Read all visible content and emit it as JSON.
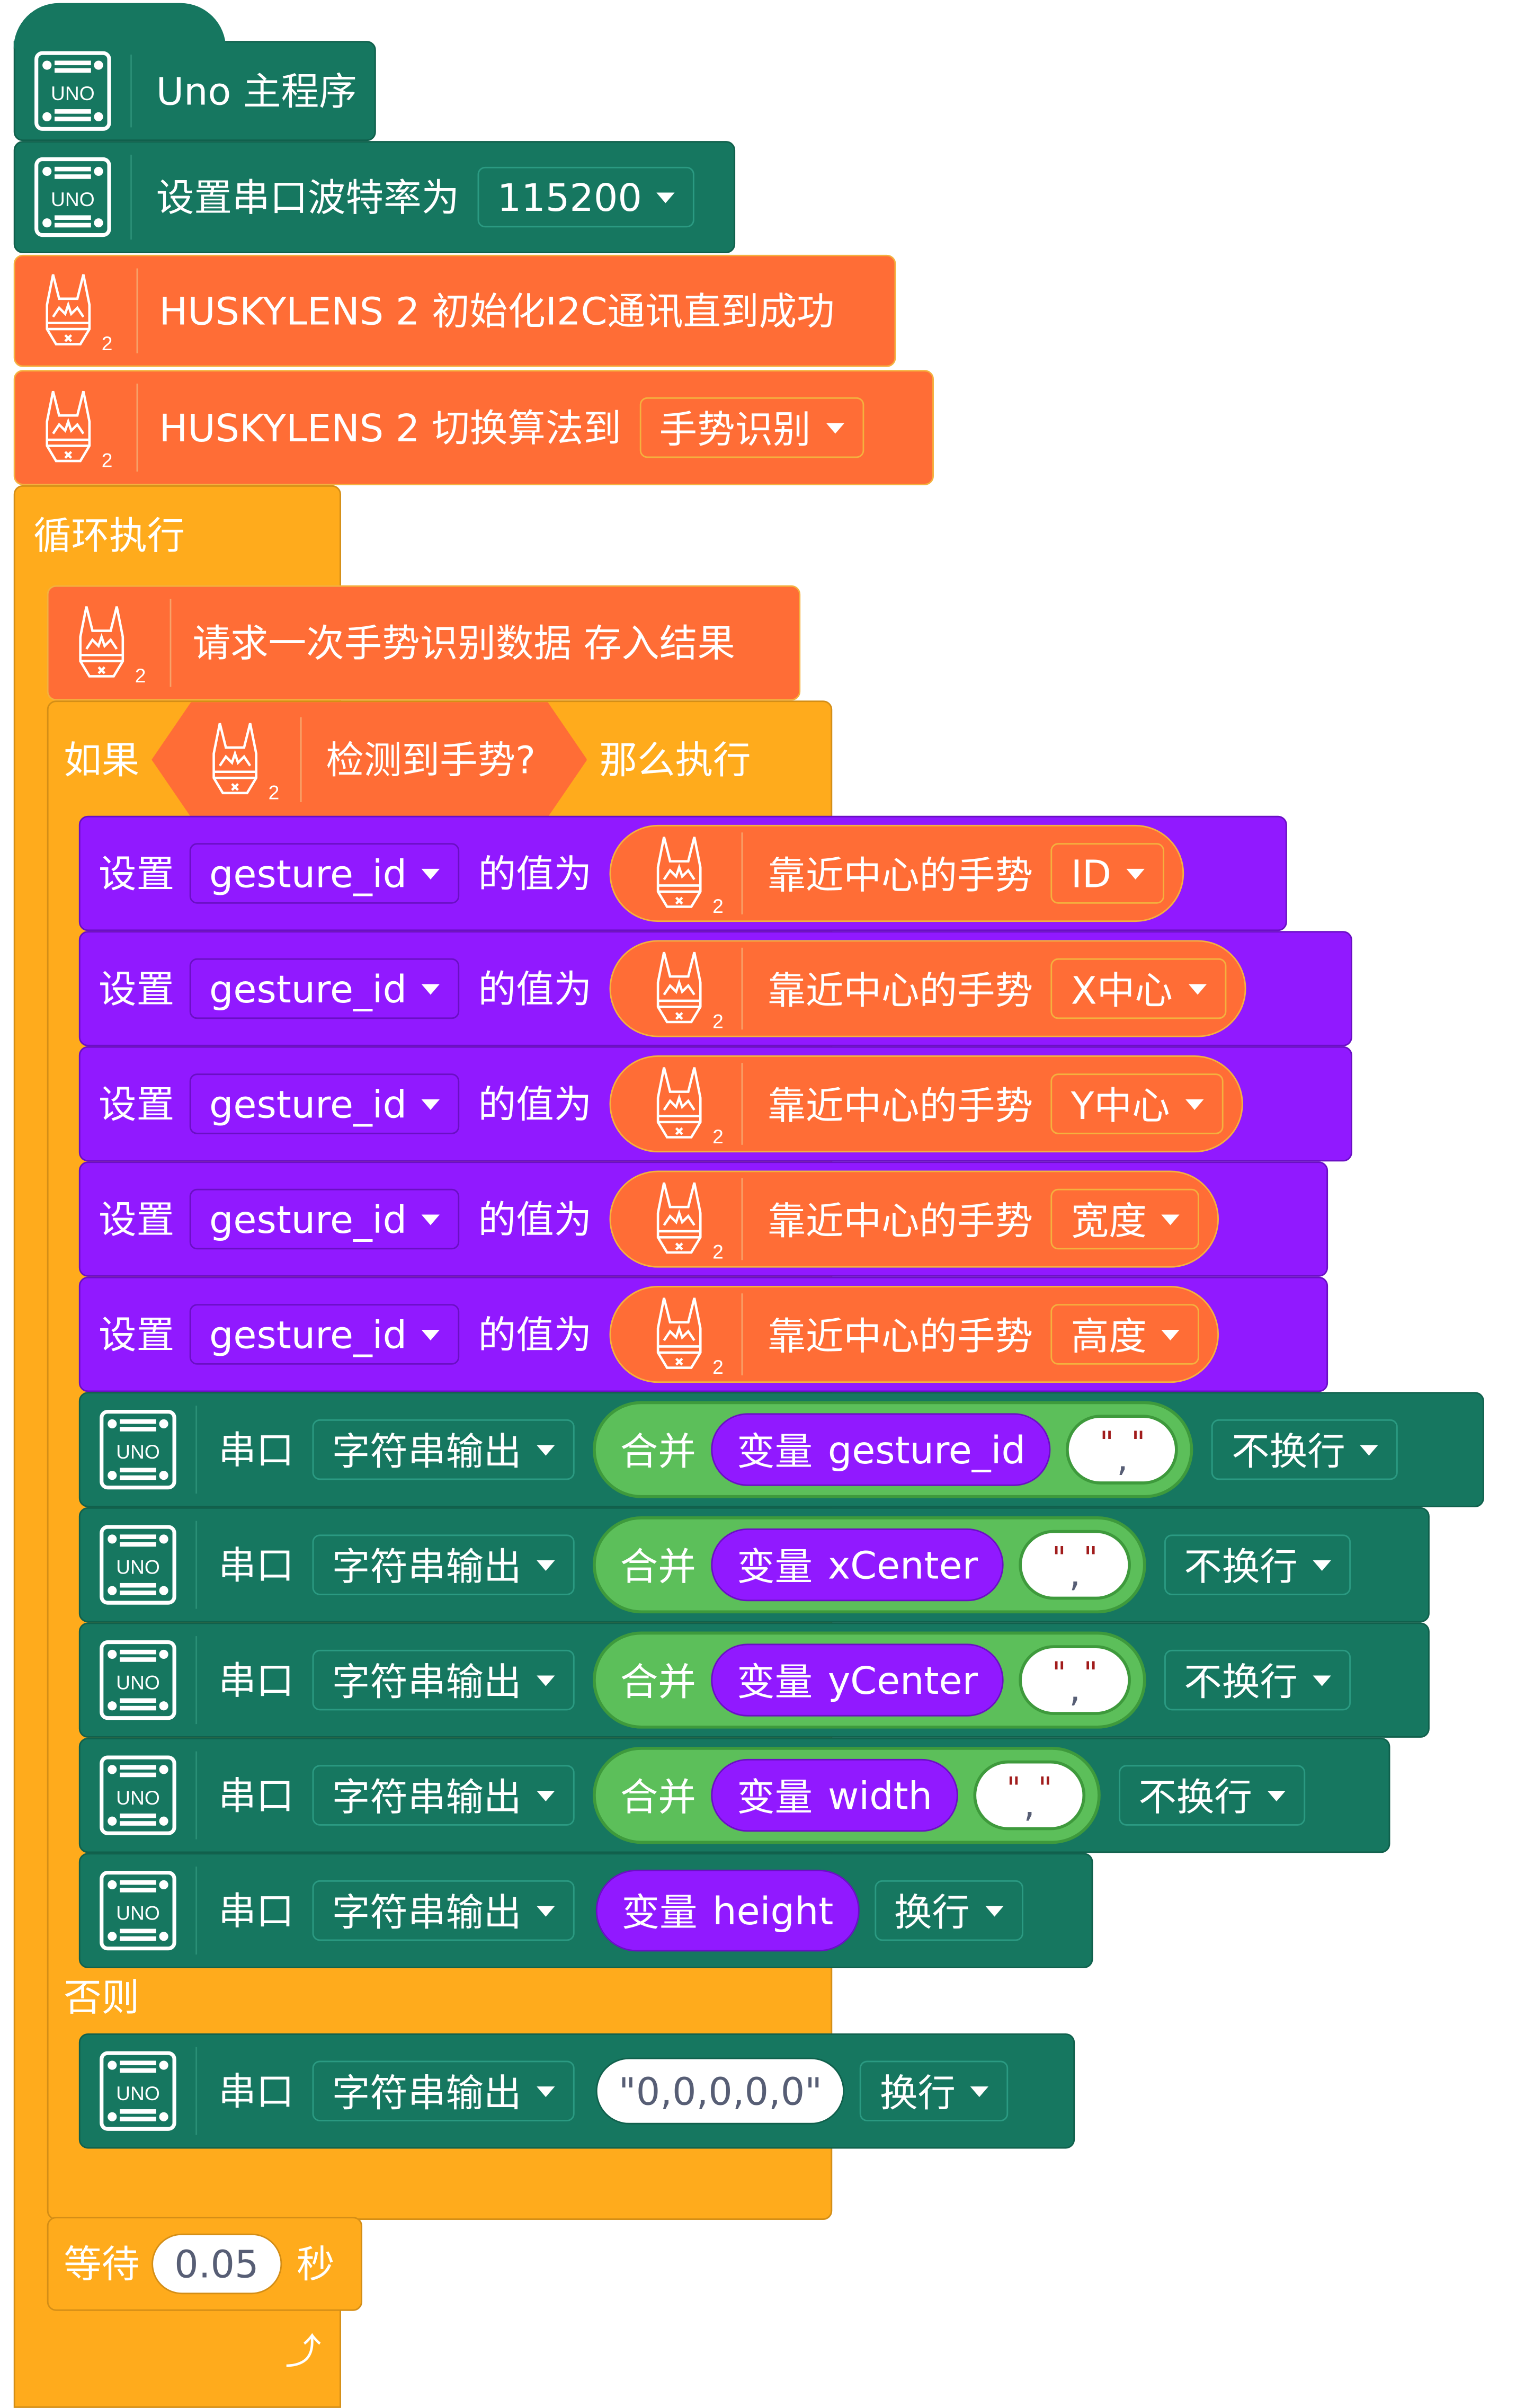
{
  "colors": {
    "arduino_green": "#167760",
    "huskylens_orange": "#ff6d36",
    "control_yellow": "#ffab1c",
    "variable_purple": "#9119ff",
    "text_green": "#5cbf5a",
    "string_quote_red": "#a11c1c"
  },
  "icons": {
    "uno": "uno-board-icon",
    "huskylens": "huskylens-2-icon",
    "loop": "loop-arrow-icon",
    "dropdown": "dropdown-arrow-icon"
  },
  "main": {
    "label": "Uno 主程序"
  },
  "baud": {
    "label": "设置串口波特率为",
    "value": "115200"
  },
  "husky_init": {
    "label": "HUSKYLENS 2 初始化I2C通讯直到成功"
  },
  "husky_algo": {
    "label": "HUSKYLENS 2 切换算法到",
    "value": "手势识别"
  },
  "loop": {
    "label": "循环执行"
  },
  "request": {
    "label": "请求一次手势识别数据 存入结果"
  },
  "if_block": {
    "if_label": "如果",
    "condition": "检测到手势?",
    "then_label": "那么执行",
    "else_label": "否则"
  },
  "husky_badge": "2",
  "set_rows": [
    {
      "set": "设置",
      "var": "gesture_id",
      "value_label": "的值为",
      "reporter": "靠近中心的手势",
      "prop": "ID"
    },
    {
      "set": "设置",
      "var": "gesture_id",
      "value_label": "的值为",
      "reporter": "靠近中心的手势",
      "prop": "X中心"
    },
    {
      "set": "设置",
      "var": "gesture_id",
      "value_label": "的值为",
      "reporter": "靠近中心的手势",
      "prop": "Y中心"
    },
    {
      "set": "设置",
      "var": "gesture_id",
      "value_label": "的值为",
      "reporter": "靠近中心的手势",
      "prop": "宽度"
    },
    {
      "set": "设置",
      "var": "gesture_id",
      "value_label": "的值为",
      "reporter": "靠近中心的手势",
      "prop": "高度"
    }
  ],
  "serial_rows": [
    {
      "serial": "串口",
      "mode": "字符串输出",
      "join": "合并",
      "var_prefix": "变量",
      "var": "gesture_id",
      "sep_q1": "\"",
      "sep_c": ",",
      "sep_q2": "\"",
      "newline": "不换行"
    },
    {
      "serial": "串口",
      "mode": "字符串输出",
      "join": "合并",
      "var_prefix": "变量",
      "var": "xCenter",
      "sep_q1": "\"",
      "sep_c": ",",
      "sep_q2": "\"",
      "newline": "不换行"
    },
    {
      "serial": "串口",
      "mode": "字符串输出",
      "join": "合并",
      "var_prefix": "变量",
      "var": "yCenter",
      "sep_q1": "\"",
      "sep_c": ",",
      "sep_q2": "\"",
      "newline": "不换行"
    },
    {
      "serial": "串口",
      "mode": "字符串输出",
      "join": "合并",
      "var_prefix": "变量",
      "var": "width",
      "sep_q1": "\"",
      "sep_c": ",",
      "sep_q2": "\"",
      "newline": "不换行"
    },
    {
      "serial": "串口",
      "mode": "字符串输出",
      "var_prefix": "变量",
      "var": "height",
      "newline": "换行"
    }
  ],
  "else_serial": {
    "serial": "串口",
    "mode": "字符串输出",
    "value": "\"0,0,0,0,0\"",
    "newline": "换行"
  },
  "wait": {
    "label": "等待",
    "value": "0.05",
    "unit": "秒"
  }
}
